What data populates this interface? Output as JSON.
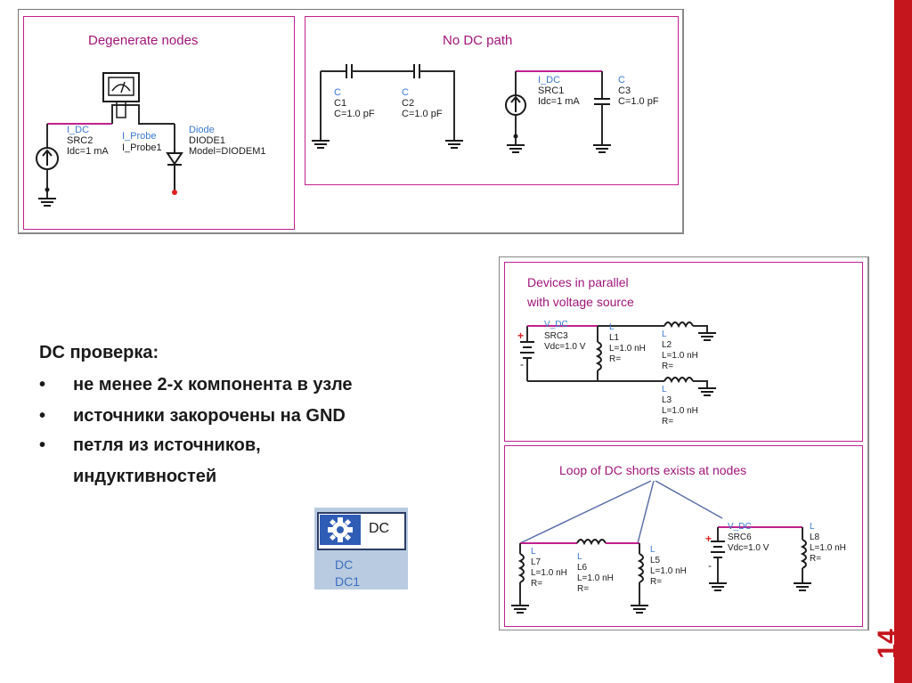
{
  "slide": {
    "page_number": "14",
    "accent_color": "#c4161c"
  },
  "panel_top": {
    "degenerate": {
      "title": "Degenerate nodes",
      "src": {
        "type": "I_DC",
        "name": "SRC2",
        "param": "Idc=1 mA"
      },
      "probe": {
        "type": "I_Probe",
        "name": "I_Probe1"
      },
      "diode": {
        "type": "Diode",
        "name": "DIODE1",
        "model": "Model=DIODEM1"
      }
    },
    "no_dc": {
      "title": "No DC path",
      "c1": {
        "type": "C",
        "name": "C1",
        "value": "C=1.0 pF"
      },
      "c2": {
        "type": "C",
        "name": "C2",
        "value": "C=1.0 pF"
      },
      "src": {
        "type": "I_DC",
        "name": "SRC1",
        "param": "Idc=1 mA"
      },
      "c3": {
        "type": "C",
        "name": "C3",
        "value": "C=1.0 pF"
      }
    }
  },
  "text_block": {
    "heading": "DC проверка:",
    "bullets": [
      "не менее 2-х компонента в узле",
      "источники закорочены на GND",
      "петля из источников,",
      "индуктивностей"
    ],
    "bullet_symbol": "•"
  },
  "dc_component": {
    "label": "DC",
    "type": "DC",
    "name": "DC1"
  },
  "panel_right": {
    "parallel": {
      "title_line1": "Devices in parallel",
      "title_line2": "with voltage source",
      "src": {
        "type": "V_DC",
        "name": "SRC3",
        "param": "Vdc=1.0 V"
      },
      "l1": {
        "type": "L",
        "name": "L1",
        "value": "L=1.0 nH",
        "r": "R="
      },
      "l2": {
        "type": "L",
        "name": "L2",
        "value": "L=1.0 nH",
        "r": "R="
      },
      "l3": {
        "type": "L",
        "name": "L3",
        "value": "L=1.0 nH",
        "r": "R="
      },
      "plus": "+",
      "minus": "-"
    },
    "loop": {
      "title": "Loop of DC shorts exists at nodes",
      "l7": {
        "type": "L",
        "name": "L7",
        "value": "L=1.0 nH",
        "r": "R="
      },
      "l6": {
        "type": "L",
        "name": "L6",
        "value": "L=1.0 nH",
        "r": "R="
      },
      "l5": {
        "type": "L",
        "name": "L5",
        "value": "L=1.0 nH",
        "r": "R="
      },
      "src": {
        "type": "V_DC",
        "name": "SRC6",
        "param": "Vdc=1.0 V"
      },
      "l8": {
        "type": "L",
        "name": "L8",
        "value": "L=1.0 nH",
        "r": "R="
      },
      "plus": "+",
      "minus": "-"
    }
  }
}
